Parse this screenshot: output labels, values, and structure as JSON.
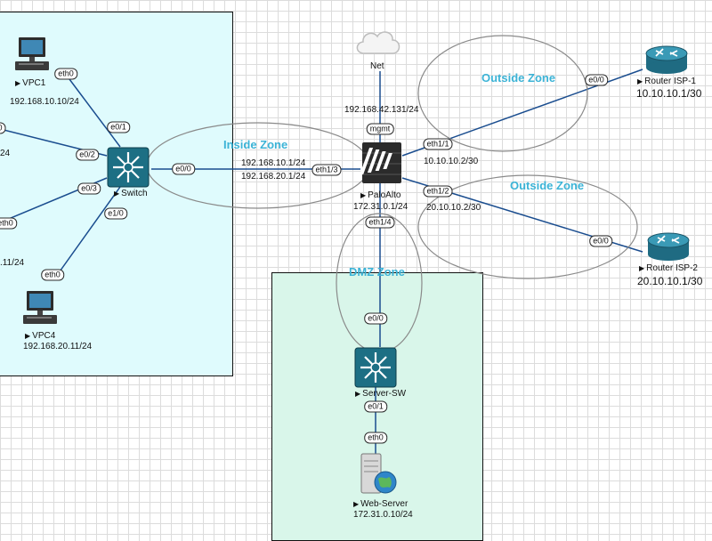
{
  "zones": {
    "inside": "Inside Zone",
    "outside_top": "Outside Zone",
    "outside_bottom": "Outside Zone",
    "dmz": "DMZ Zone"
  },
  "devices": {
    "vpc1": {
      "label": "VPC1",
      "ip": "192.168.10.10/24"
    },
    "vpc4": {
      "label": "VPC4",
      "ip": "192.168.20.11/24"
    },
    "switch": {
      "label": "Switch"
    },
    "net": {
      "label": "Net"
    },
    "paloalto": {
      "label": "PaloAlto",
      "ip": "172.31.0.1/24"
    },
    "router_isp1": {
      "label": "Router ISP-1",
      "ip": "10.10.10.1/30"
    },
    "router_isp2": {
      "label": "Router ISP-2",
      "ip": "20.10.10.1/30"
    },
    "server_sw": {
      "label": "Server-SW"
    },
    "web_server": {
      "label": "Web-Server",
      "ip": "172.31.0.10/24"
    }
  },
  "interfaces": {
    "vpc1_eth0": "eth0",
    "sw_e0_1": "e0/1",
    "sw_e0_2": "e0/2",
    "sw_e0_3": "e0/3",
    "sw_e1_0": "e1/0",
    "sw_e0_0": "e0/0",
    "left_e0_2_peer": "0",
    "left_e0_3_peer": "eth0",
    "vpc4_eth0": "eth0",
    "pa_mgmt": "mgmt",
    "pa_eth1_3": "eth1/3",
    "pa_eth1_1": "eth1/1",
    "pa_eth1_2": "eth1/2",
    "pa_eth1_4": "eth1/4",
    "isp1_e0_0": "e0/0",
    "isp2_e0_0": "e0/0",
    "ssw_e0_0": "e0/0",
    "ssw_e0_1": "e0/1",
    "web_eth0": "eth0"
  },
  "addresses": {
    "mgmt": "192.168.42.131/24",
    "inside_1": "192.168.10.1/24",
    "inside_2": "192.168.20.1/24",
    "eth1_1": "10.10.10.2/30",
    "eth1_2": "20.10.10.2/30",
    "left_partial_1": "24",
    "left_partial_2": ".11/24"
  },
  "colors": {
    "link": "#1a4d8f",
    "zone_label": "#3bb3d6",
    "inside_region": "#dffbfd",
    "dmz_region": "#d9f6ea",
    "switch_body": "#1d6f84",
    "router_body": "#2a7f9a"
  }
}
